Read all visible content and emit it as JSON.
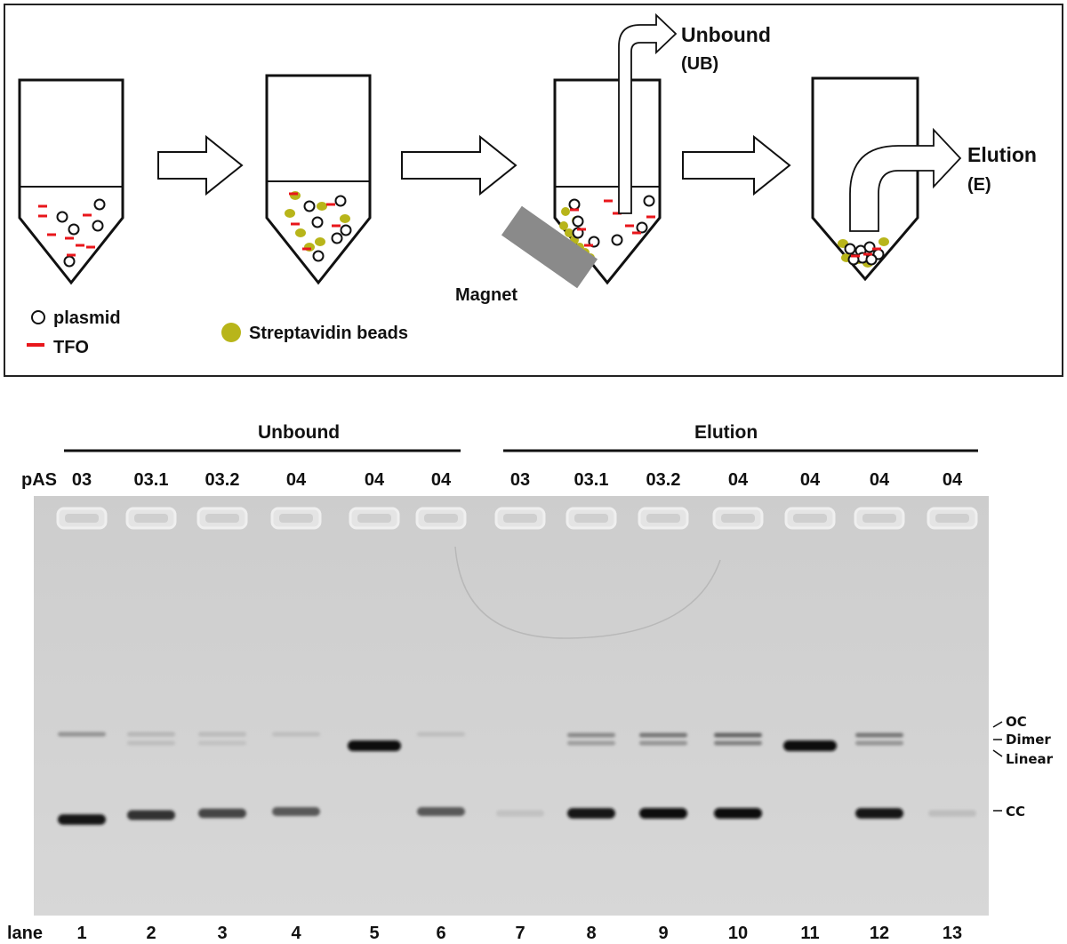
{
  "scheme": {
    "labels": {
      "unbound": "Unbound",
      "unbound_abbr": "(UB)",
      "elution": "Elution",
      "elution_abbr": "(E)",
      "magnet": "Magnet"
    },
    "legend": {
      "plasmid": "plasmid",
      "tfo": "TFO",
      "beads": "Streptavidin beads"
    },
    "colors": {
      "tfo": "#e8161b",
      "bead": "#b8b51a",
      "magnet": "#8a8a8a",
      "outline": "#111111"
    }
  },
  "gel": {
    "group_unbound": "Unbound",
    "group_elution": "Elution",
    "row_label": "pAS",
    "lane_row_label": "lane",
    "plasmids": [
      "03",
      "03.1",
      "03.2",
      "04",
      "04",
      "04",
      "03",
      "03.1",
      "03.2",
      "04",
      "04",
      "04",
      "04"
    ],
    "lanes": [
      "1",
      "2",
      "3",
      "4",
      "5",
      "6",
      "7",
      "8",
      "9",
      "10",
      "11",
      "12",
      "13"
    ],
    "band_labels": {
      "oc": "OC",
      "dimer": "Dimer",
      "linear": "Linear",
      "cc": "CC"
    },
    "bands": [
      {
        "lane": 1,
        "form": "OC",
        "intensity": 0.3
      },
      {
        "lane": 1,
        "form": "CC",
        "intensity": 0.95
      },
      {
        "lane": 2,
        "form": "OC",
        "intensity": 0.12
      },
      {
        "lane": 2,
        "form": "Dimer",
        "intensity": 0.08
      },
      {
        "lane": 2,
        "form": "CC",
        "intensity": 0.8
      },
      {
        "lane": 3,
        "form": "OC",
        "intensity": 0.1
      },
      {
        "lane": 3,
        "form": "Dimer",
        "intensity": 0.06
      },
      {
        "lane": 3,
        "form": "CC",
        "intensity": 0.7
      },
      {
        "lane": 4,
        "form": "OC",
        "intensity": 0.08
      },
      {
        "lane": 4,
        "form": "CC",
        "intensity": 0.6
      },
      {
        "lane": 5,
        "form": "Linear",
        "intensity": 1.0
      },
      {
        "lane": 6,
        "form": "OC",
        "intensity": 0.08
      },
      {
        "lane": 6,
        "form": "CC",
        "intensity": 0.6
      },
      {
        "lane": 7,
        "form": "CC",
        "intensity": 0.06
      },
      {
        "lane": 8,
        "form": "OC",
        "intensity": 0.35
      },
      {
        "lane": 8,
        "form": "Dimer",
        "intensity": 0.25
      },
      {
        "lane": 8,
        "form": "CC",
        "intensity": 0.95
      },
      {
        "lane": 9,
        "form": "OC",
        "intensity": 0.45
      },
      {
        "lane": 9,
        "form": "Dimer",
        "intensity": 0.3
      },
      {
        "lane": 9,
        "form": "CC",
        "intensity": 1.0
      },
      {
        "lane": 10,
        "form": "OC",
        "intensity": 0.55
      },
      {
        "lane": 10,
        "form": "Dimer",
        "intensity": 0.4
      },
      {
        "lane": 10,
        "form": "CC",
        "intensity": 1.0
      },
      {
        "lane": 11,
        "form": "Linear",
        "intensity": 1.0
      },
      {
        "lane": 12,
        "form": "OC",
        "intensity": 0.45
      },
      {
        "lane": 12,
        "form": "Dimer",
        "intensity": 0.3
      },
      {
        "lane": 12,
        "form": "CC",
        "intensity": 0.95
      },
      {
        "lane": 13,
        "form": "CC",
        "intensity": 0.08
      }
    ]
  }
}
